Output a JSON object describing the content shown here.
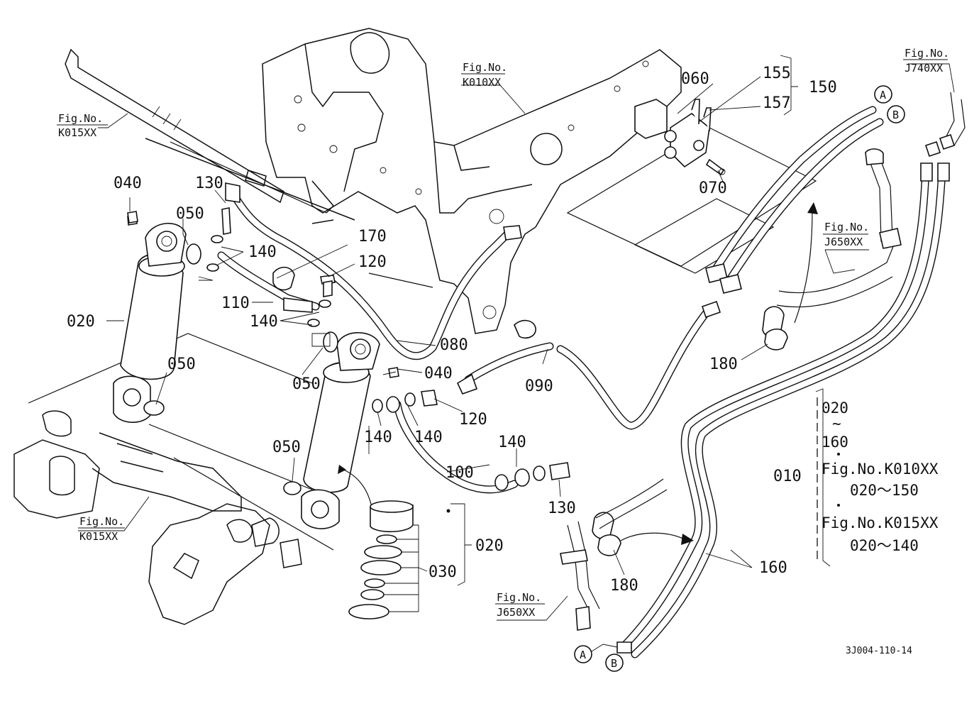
{
  "labels": {
    "p010": "010",
    "p020": "020",
    "p020b": "020",
    "p030": "030",
    "p040a": "040",
    "p040b": "040",
    "p050a": "050",
    "p050b": "050",
    "p050c": "050",
    "p050d": "050",
    "p060": "060",
    "p070": "070",
    "p080": "080",
    "p090": "090",
    "p100": "100",
    "p110": "110",
    "p120a": "120",
    "p120b": "120",
    "p130a": "130",
    "p130b": "130",
    "p140a": "140",
    "p140b": "140",
    "p140c": "140",
    "p140d": "140",
    "p140e": "140",
    "p150": "150",
    "p155": "155",
    "p157": "157",
    "p160": "160",
    "p170": "170",
    "p180a": "180",
    "p180b": "180"
  },
  "figrefs": {
    "k015_top": [
      "Fig.No.",
      "K015XX"
    ],
    "k010_top": [
      "Fig.No.",
      "K010XX"
    ],
    "j740": [
      "Fig.No.",
      "J740XX"
    ],
    "j650_right": [
      "Fig.No.",
      "J650XX"
    ],
    "k015_bottom": [
      "Fig.No.",
      "K015XX"
    ],
    "j650_bottom": [
      "Fig.No.",
      "J650XX"
    ]
  },
  "connectors": {
    "a_top": "A",
    "b_top": "B",
    "a_bottom": "A",
    "b_bottom": "B"
  },
  "legend": {
    "range_start": "020",
    "tilde": "~",
    "range_end": "160",
    "fig1": "Fig.No.K010XX",
    "range1": "020～150",
    "fig2": "Fig.No.K015XX",
    "range2": "020～140"
  },
  "drawing_code": "3J004-110-14"
}
